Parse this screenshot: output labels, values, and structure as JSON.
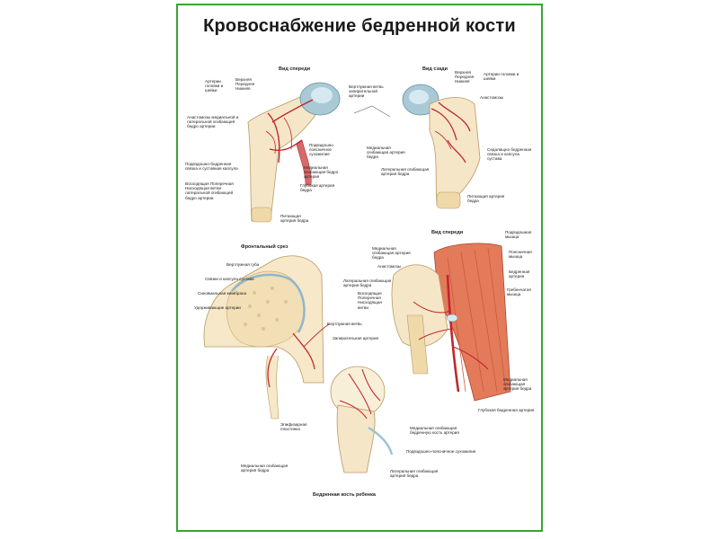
{
  "poster": {
    "title": "Кровоснабжение бедренной кости",
    "border_color": "#3aa335"
  },
  "panels": {
    "front_view": {
      "heading": "Вид спереди",
      "labels": {
        "arteries_head_neck": "Артерии головки и шейки",
        "arteries_group": "Верхняя Передняя Нижняя",
        "anastomoses": "Анастомозы медиальной и латеральной огибающей бедро артерии",
        "obturator_branch": "Вертлужная ветвь запирательной артерии",
        "iliopsoas_tendon": "Подвздошно поясничное сухожилие",
        "capsule": "Подвздошно-бедренная связка и суставная капсула",
        "medial_circumflex": "Медиальная огибающая бедро артерия",
        "lateral_branches": "Восходящая Поперечная Нисходящая ветви латеральной огибающей бедро артерии",
        "deep_femoral": "Глубокая артерия бедра",
        "nutrient": "Питающая артерия бедра"
      }
    },
    "back_view": {
      "heading": "Вид сзади",
      "labels": {
        "arteries_group": "Верхняя Передняя Нижняя",
        "arteries_head_neck": "Артерии головки и шейки",
        "anastomoses": "Анастомозы",
        "medial_circumflex": "Медиальная огибающая артерия бедра",
        "ischiofemoral": "Седалищно бедренная связка и капсула сустава",
        "lateral_circumflex": "Латеральная огибающая артерия бедра",
        "nutrient": "Питающая артерия бедра"
      }
    },
    "frontal_section": {
      "heading": "Фронтальный срез",
      "labels": {
        "acetabular_labrum": "Вертлужная губа",
        "ligaments_capsule": "Связки и капсула сустава",
        "synovial": "Синовиальная мембрана",
        "retinacular": "Удерживающие артерии",
        "acetabular_branch": "Вертлужная ветвь",
        "obturator": "Запирательная артерия",
        "epiphyseal_plate": "Эпифизарная пластинка",
        "medial_circumflex": "Медиальная огибающая артерия бедра"
      }
    },
    "front_view_2": {
      "heading": "Вид спереди",
      "labels": {
        "medial_circumflex": "Медиальная огибающая артерия бедра",
        "anastomoses": "Анастомозы",
        "lateral_circumflex": "Латеральная огибающая артерия бедра",
        "branches": "Восходящая Поперечная Нисходящая ветви",
        "iliacus": "Подвздошная мышца",
        "psoas": "Поясничная мышца",
        "femoral_artery": "Бедренная артерия",
        "pectineus": "Гребенчатая мышца",
        "medial_circ_2": "Медиальная огибающая артерия бедра",
        "deep_femoral": "Глубокая бедренная артерия"
      }
    },
    "child_femur": {
      "caption": "Бедренная кость ребенка",
      "labels": {
        "medial_circumflex": "Медиальная огибающая бедренную кость артерия",
        "iliopsoas_tendon": "Подвздошно-поясничное сухожилие",
        "lateral_circumflex": "Латеральная огибающая артерия бедра"
      }
    }
  }
}
